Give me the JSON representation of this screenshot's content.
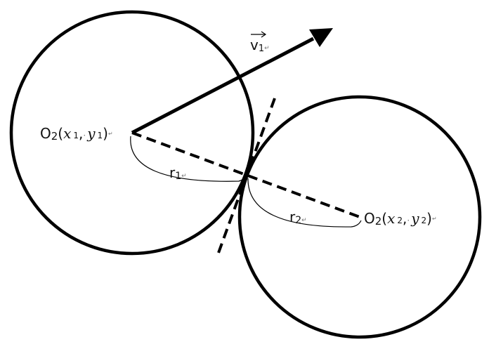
{
  "colors": {
    "ink": "#000000",
    "mark": "#777777"
  },
  "labels": {
    "velocity": {
      "letter": "v",
      "sub": "1",
      "mark": "↵"
    },
    "o1": {
      "o": "O",
      "osub": "2",
      "open": "(",
      "x": "x",
      "xsub": "1",
      "comma": ",",
      "dot": "·",
      "y": "y",
      "ysub": "1",
      "close": ")",
      "mark": "↵"
    },
    "o2": {
      "o": "O",
      "osub": "2",
      "open": "(",
      "x": "x",
      "xsub": "2",
      "comma": ",",
      "dot": "·",
      "y": "y",
      "ysub": "2",
      "close": ")",
      "mark": "↵"
    },
    "r1": {
      "r": "r",
      "sub": "1",
      "mark": "↵"
    },
    "r2": {
      "r": "r",
      "sub": "2",
      "mark": "↵"
    }
  },
  "icons": {
    "arrowhead": "triangle-arrowhead-icon",
    "vector-arrow": "right-arrow-icon"
  }
}
